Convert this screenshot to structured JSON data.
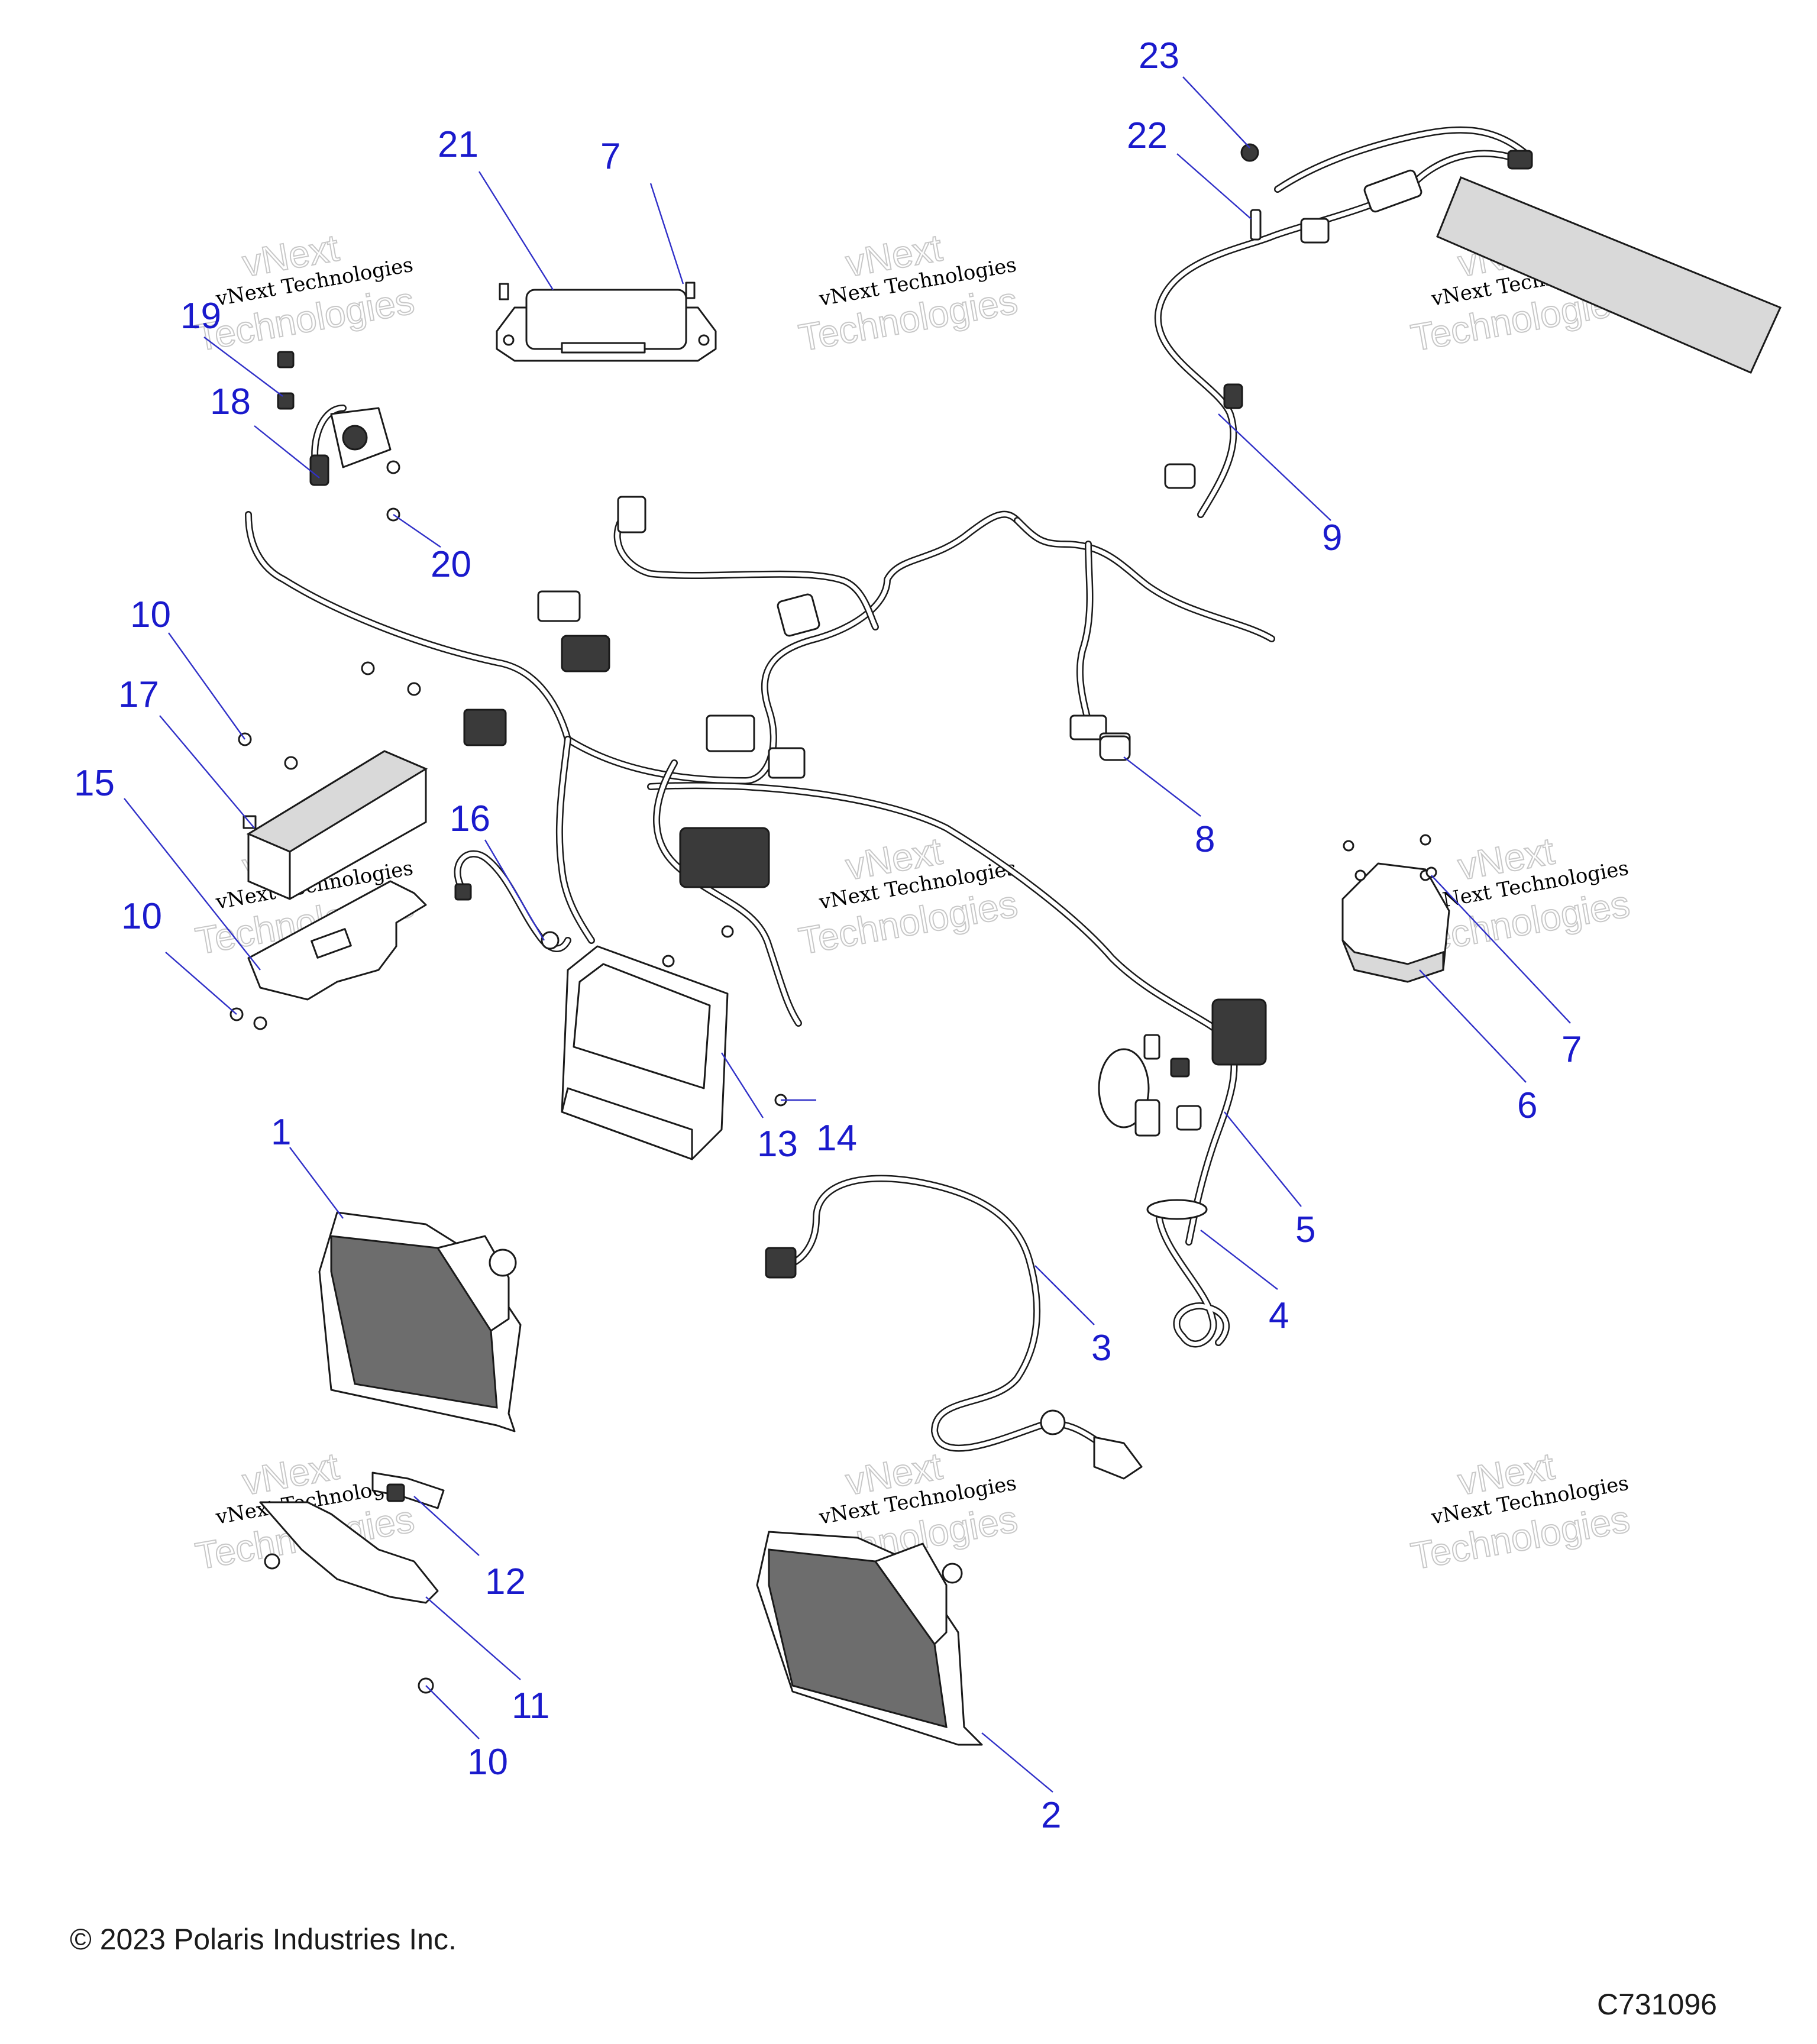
{
  "watermark": {
    "line1": "vNext",
    "line2": "vNext Technologies",
    "line3": "Technologies"
  },
  "callouts": [
    {
      "id": "1",
      "label": "1"
    },
    {
      "id": "2",
      "label": "2"
    },
    {
      "id": "3",
      "label": "3"
    },
    {
      "id": "4",
      "label": "4"
    },
    {
      "id": "5",
      "label": "5"
    },
    {
      "id": "6",
      "label": "6"
    },
    {
      "id": "7a",
      "label": "7"
    },
    {
      "id": "7b",
      "label": "7"
    },
    {
      "id": "8",
      "label": "8"
    },
    {
      "id": "9",
      "label": "9"
    },
    {
      "id": "10a",
      "label": "10"
    },
    {
      "id": "10b",
      "label": "10"
    },
    {
      "id": "10c",
      "label": "10"
    },
    {
      "id": "11",
      "label": "11"
    },
    {
      "id": "12",
      "label": "12"
    },
    {
      "id": "13",
      "label": "13"
    },
    {
      "id": "14",
      "label": "14"
    },
    {
      "id": "15",
      "label": "15"
    },
    {
      "id": "16",
      "label": "16"
    },
    {
      "id": "17",
      "label": "17"
    },
    {
      "id": "18",
      "label": "18"
    },
    {
      "id": "19",
      "label": "19"
    },
    {
      "id": "20",
      "label": "20"
    },
    {
      "id": "21",
      "label": "21"
    },
    {
      "id": "22",
      "label": "22"
    },
    {
      "id": "23",
      "label": "23"
    }
  ],
  "footer": {
    "copyright": "© 2023 Polaris Industries Inc.",
    "figure_code": "C731096"
  },
  "colors": {
    "callout": "#1a1acc",
    "line_art": "#1a1a1a"
  }
}
